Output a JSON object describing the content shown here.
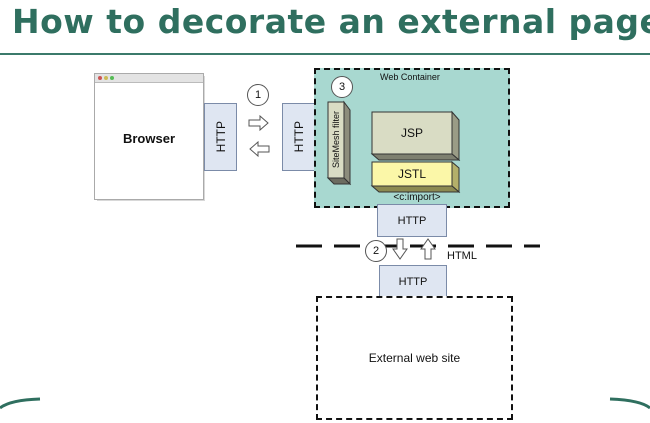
{
  "title": "How to decorate an external page",
  "browser_label": "Browser",
  "http_label": "HTTP",
  "web_container_label": "Web Container",
  "sitemesh_label": "SiteMesh filter",
  "jsp_label": "JSP",
  "jstl_label": "JSTL",
  "import_label": "<c:import>",
  "html_label": "HTML",
  "external_site_label": "External web site",
  "step_numbers": [
    "1",
    "2",
    "3"
  ],
  "colors": {
    "title": "#2f6f5f",
    "container_fill": "#a8d8d0",
    "jsp_fill": "#d9dcc4",
    "jstl_fill": "#fbf7a8",
    "http_fill": "#dfe6f2"
  }
}
